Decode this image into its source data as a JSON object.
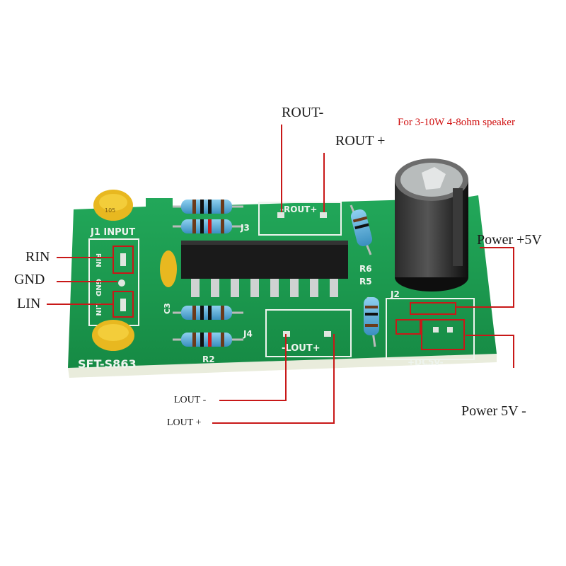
{
  "note": {
    "text": "For 3-10W 4-8ohm speaker",
    "color": "#d01010"
  },
  "callouts": {
    "rout_minus": "ROUT-",
    "rout_plus": "ROUT +",
    "power_plus": "Power +5V",
    "power_minus": "Power 5V -",
    "rin": "RIN",
    "gnd": "GND",
    "lin": "LIN",
    "lout_minus": "LOUT -",
    "lout_plus": "LOUT +"
  },
  "silkscreen": {
    "j1_input": "J1 INPUT",
    "rin": "RIN",
    "gnd": "GND",
    "lin": "LIN",
    "j3": "J3",
    "j4": "J4",
    "j2": "J2",
    "rout": "-ROUT+",
    "lout": "-LOUT+",
    "dc5v": "+DC5V-",
    "r6": "R6",
    "r5": "R5",
    "r2": "R2",
    "c3": "C3",
    "model": "SFT-S863",
    "cap_code": "105"
  },
  "colors": {
    "pcb": "#1c9a4f",
    "leader": "#c81818",
    "capacitor_body": "#e8b820",
    "electrolytic": "#1a1a1a"
  }
}
